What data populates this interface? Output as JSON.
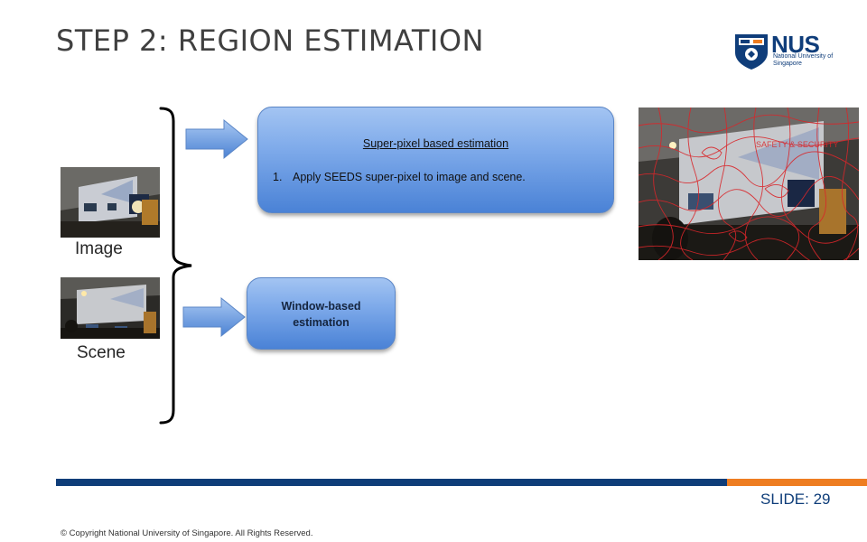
{
  "slide": {
    "title": "STEP 2: REGION ESTIMATION",
    "slide_label": "SLIDE: 29",
    "copyright": "© Copyright National University of Singapore. All Rights Reserved."
  },
  "logo": {
    "word": "NUS",
    "subtitle": "National University of Singapore",
    "icon": "nus-crest-icon"
  },
  "inputs": {
    "image_label": "Image",
    "scene_label": "Scene"
  },
  "super_pixel_box": {
    "heading": "Super-pixel based estimation",
    "items": [
      {
        "number": "1.",
        "text": "Apply SEEDS super-pixel to image and scene."
      }
    ]
  },
  "window_box": {
    "heading_line1": "Window-based",
    "heading_line2": "estimation"
  },
  "colors": {
    "accent_blue": "#0e3d79",
    "accent_orange": "#ee7d21",
    "box_blue": "#4a82d6",
    "superpixel_red": "#d9262a"
  }
}
